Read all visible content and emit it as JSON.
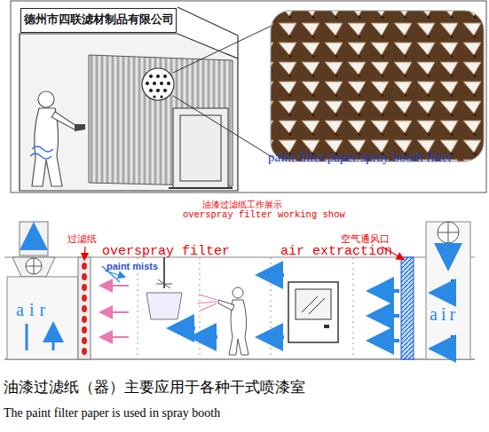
{
  "diagram": {
    "title": "油漆过滤纸工作展示",
    "caption": "油漆过滤纸（器）主要应用于各种干式喷漆室",
    "nodes": [
      {
        "text": [
          "德州市四联滤材制品有限公司"
        ]
      }
    ],
    "labels": [
      "paint filter paper/spray booth filter",
      "overspray filter working show",
      "过滤纸",
      "overspray filter",
      "paint mists",
      "空气通风口",
      "air extraction",
      "air",
      "air",
      "The paint filter paper is used in spray booth"
    ]
  }
}
